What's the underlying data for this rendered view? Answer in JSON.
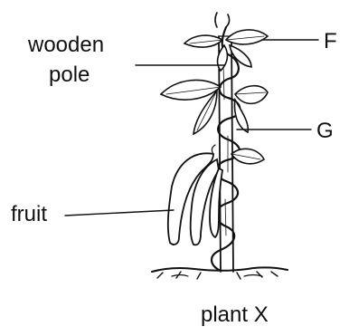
{
  "labels": {
    "wooden_pole_line1": "wooden",
    "wooden_pole_line2": "pole",
    "fruit": "fruit",
    "F": "F",
    "G": "G"
  },
  "caption": "plant X",
  "colors": {
    "ink": "#111111",
    "background": "#ffffff"
  }
}
